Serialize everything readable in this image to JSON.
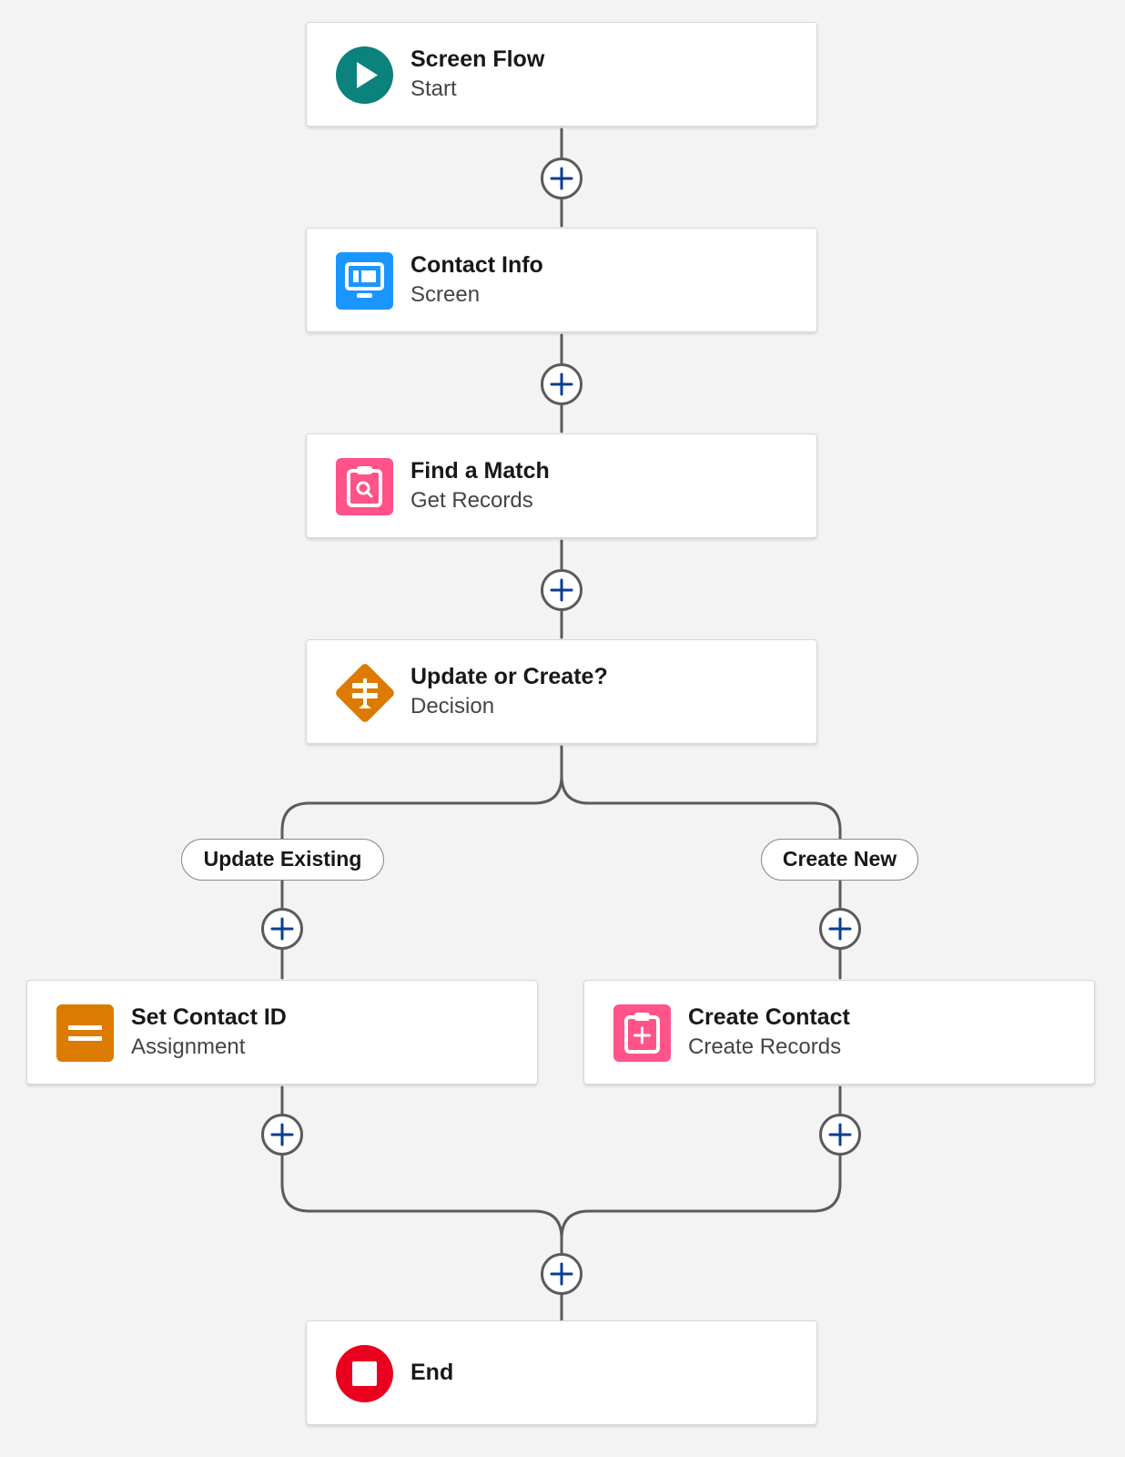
{
  "flow": {
    "nodes": {
      "start": {
        "title": "Screen Flow",
        "subtitle": "Start",
        "icon": "play-icon",
        "color": "#0b827c"
      },
      "contact_info": {
        "title": "Contact Info",
        "subtitle": "Screen",
        "icon": "screen-icon",
        "color": "#1b96ff"
      },
      "find_match": {
        "title": "Find a Match",
        "subtitle": "Get Records",
        "icon": "clipboard-search-icon",
        "color": "#ff538a"
      },
      "decision": {
        "title": "Update or Create?",
        "subtitle": "Decision",
        "icon": "signpost-icon",
        "color": "#dd7a01"
      },
      "set_contact_id": {
        "title": "Set Contact ID",
        "subtitle": "Assignment",
        "icon": "equals-icon",
        "color": "#dd7a01"
      },
      "create_contact": {
        "title": "Create Contact",
        "subtitle": "Create Records",
        "icon": "clipboard-plus-icon",
        "color": "#ff538a"
      },
      "end": {
        "title": "End",
        "icon": "stop-icon",
        "color": "#ea001e"
      }
    },
    "branches": {
      "update_existing": {
        "label": "Update Existing"
      },
      "create_new": {
        "label": "Create New"
      }
    },
    "connector_color": "#5b5b5b",
    "add_button_color": "#0b3d91"
  }
}
